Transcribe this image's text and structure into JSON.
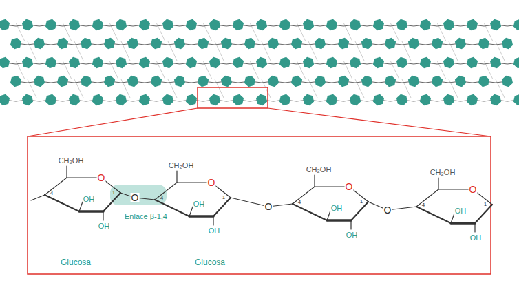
{
  "diagram": {
    "labels": [
      "CH₂OH",
      "O",
      "4",
      "OH",
      "1",
      "OH",
      "O",
      "Enlace β-1,4",
      "Glucosa",
      "CH₂OH",
      "O",
      "4",
      "OH",
      "1",
      "OH",
      "O",
      "CH₂OH",
      "O",
      "4",
      "OH",
      "1",
      "OH",
      "O",
      "CH₂OH",
      "O",
      "4",
      "OH",
      "1",
      "OH",
      "Glucosa"
    ]
  }
}
